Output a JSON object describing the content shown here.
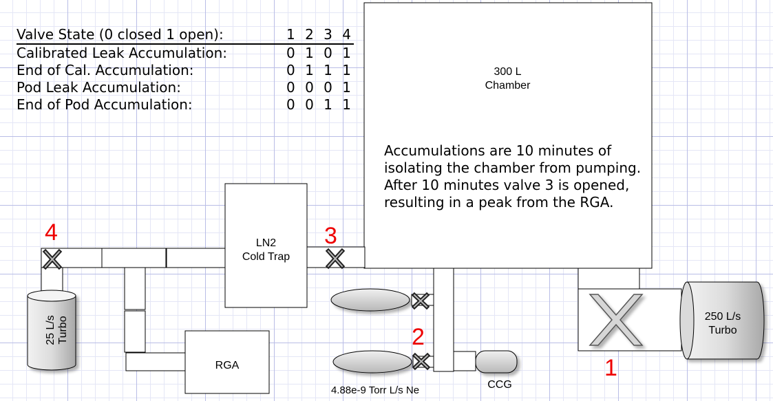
{
  "table": {
    "header": {
      "label": "Valve State (0 closed 1 open):",
      "values": "1 2 3 4"
    },
    "rows": [
      {
        "label": "Calibrated Leak Accumulation:",
        "values": "0 1 0 1"
      },
      {
        "label": "End of Cal. Accumulation:",
        "values": "0 1 1 1"
      },
      {
        "label": "Pod Leak Accumulation:",
        "values": "0 0 0 1"
      },
      {
        "label": "End of Pod Accumulation:",
        "values": "0 0 1 1"
      }
    ]
  },
  "chamber": {
    "line1": "300 L",
    "line2": "Chamber"
  },
  "note": "Accumulations are 10 minutes of isolating the chamber from pumping. After 10 minutes valve 3 is opened, resulting in a peak from the RGA.",
  "coldtrap": {
    "line1": "LN2",
    "line2": "Cold Trap"
  },
  "rga": "RGA",
  "ccg": "CCG",
  "leak_label": "4.88e-9 Torr L/s Ne",
  "turbo_small": {
    "line1": "25 L/s",
    "line2": "Turbo"
  },
  "turbo_large": {
    "line1": "250 L/s",
    "line2": "Turbo"
  },
  "valve_numbers": {
    "v1": "1",
    "v2": "2",
    "v3": "3",
    "v4": "4"
  },
  "colors": {
    "valve_number": "#ee0000",
    "grid_major": "#b9bde6",
    "grid_minor": "#e4e6f6"
  }
}
